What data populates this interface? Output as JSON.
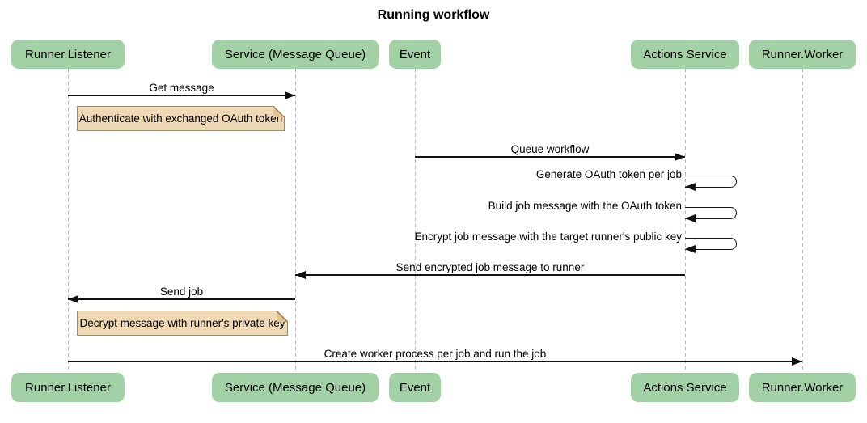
{
  "title": "Running workflow",
  "actors": [
    {
      "id": "runner-listener",
      "label": "Runner.Listener"
    },
    {
      "id": "service-message-queue",
      "label": "Service (Message Queue)"
    },
    {
      "id": "event",
      "label": "Event"
    },
    {
      "id": "actions-service",
      "label": "Actions Service"
    },
    {
      "id": "runner-worker",
      "label": "Runner.Worker"
    }
  ],
  "messages": [
    {
      "label": "Get message",
      "from": "Runner.Listener",
      "to": "Service (Message Queue)",
      "kind": "arrow"
    },
    {
      "label": "Queue workflow",
      "from": "Event",
      "to": "Actions Service",
      "kind": "arrow"
    },
    {
      "label": "Generate OAuth token per job",
      "from": "Actions Service",
      "to": "Actions Service",
      "kind": "self"
    },
    {
      "label": "Build job message with the OAuth token",
      "from": "Actions Service",
      "to": "Actions Service",
      "kind": "self"
    },
    {
      "label": "Encrypt job message with the target runner's public key",
      "from": "Actions Service",
      "to": "Actions Service",
      "kind": "self"
    },
    {
      "label": "Send encrypted job message to runner",
      "from": "Actions Service",
      "to": "Service (Message Queue)",
      "kind": "arrow"
    },
    {
      "label": "Send job",
      "from": "Service (Message Queue)",
      "to": "Runner.Listener",
      "kind": "arrow"
    },
    {
      "label": "Create worker process per job and run the job",
      "from": "Runner.Listener",
      "to": "Runner.Worker",
      "kind": "arrow"
    }
  ],
  "notes": [
    {
      "text": "Authenticate with exchanged OAuth token",
      "anchor": "Runner.Listener"
    },
    {
      "text": "Decrypt message with runner's private key",
      "anchor": "Runner.Listener"
    }
  ],
  "colors": {
    "actor_fill": "#a3d1a6",
    "note_fill": "#efd8b4",
    "note_border": "#a08b60",
    "lifeline": "#b3b3b3",
    "line": "#111111",
    "background": "#ffffff",
    "text": "#000000"
  }
}
